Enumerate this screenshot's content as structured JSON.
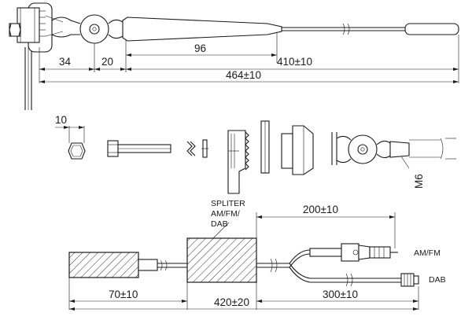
{
  "top_assembly": {
    "dims": {
      "d34": "34",
      "d20": "20",
      "d96": "96",
      "d410": "410±10",
      "d464": "464±10"
    }
  },
  "parts_row": {
    "dims": {
      "d10": "10"
    },
    "thread_label": "M6"
  },
  "splitter": {
    "label_lines": [
      "SPLITER",
      "AM/FM/",
      "DAB"
    ],
    "outputs": {
      "amfm": "AM/FM",
      "dab": "DAB"
    },
    "dims": {
      "d200": "200±10",
      "d70": "70±10",
      "d420": "420±20",
      "d300": "300±10"
    }
  }
}
